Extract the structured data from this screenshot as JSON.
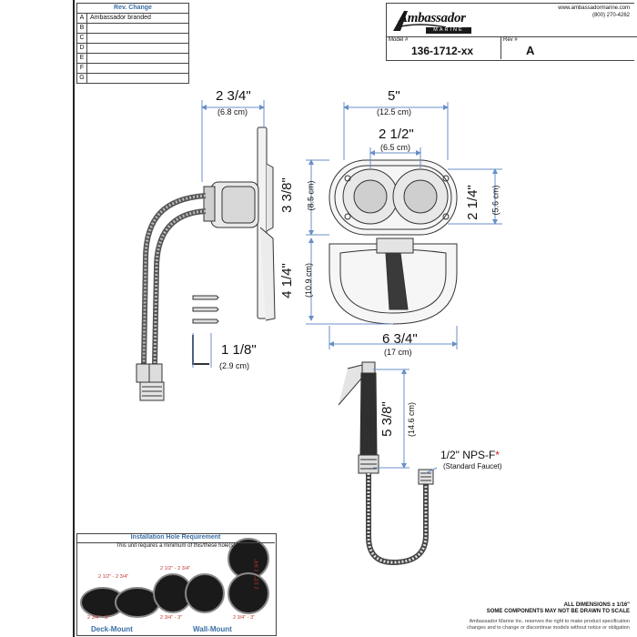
{
  "rev_table": {
    "header": "Rev. Change",
    "rows": [
      {
        "letter": "A",
        "desc": "Ambassador branded"
      },
      {
        "letter": "B",
        "desc": ""
      },
      {
        "letter": "C",
        "desc": ""
      },
      {
        "letter": "D",
        "desc": ""
      },
      {
        "letter": "E",
        "desc": ""
      },
      {
        "letter": "F",
        "desc": ""
      },
      {
        "letter": "G",
        "desc": ""
      }
    ]
  },
  "title_block": {
    "brand": "Ambassador",
    "brand_band": "MARINE",
    "website": "www.ambassadormarine.com",
    "phone": "(800) 270-4262",
    "model_label": "Model #",
    "model_value": "136-1712-xx",
    "rev_label": "Rev #",
    "rev_value": "A"
  },
  "dimensions": {
    "side_depth": {
      "main": "2 3/4\"",
      "sub": "(6.8 cm)"
    },
    "flange": {
      "main": "1 1/8\"",
      "sub": "(2.9 cm)"
    },
    "width_top": {
      "main": "5\"",
      "sub": "(12.5 cm)"
    },
    "hole_spacing": {
      "main": "2 1/2\"",
      "sub": "(6.5 cm)"
    },
    "upper_height": {
      "main": "3 3/8\"",
      "sub": "(8.5 cm)"
    },
    "hole_dia": {
      "main": "2 1/4\"",
      "sub": "(5.6 cm)"
    },
    "lower_height": {
      "main": "4 1/4\"",
      "sub": "(10.9 cm)"
    },
    "total_width": {
      "main": "6 3/4\"",
      "sub": "(17 cm)"
    },
    "sprayer_len": {
      "main": "5 3/8\"",
      "sub": "(14.6 cm)"
    }
  },
  "fitting": {
    "main": "1/2\" NPS-F",
    "star": "*",
    "sub": "(Standard Faucet)"
  },
  "installation": {
    "header": "Installation Hole Requirement",
    "note": "This unit requires a minimum of this/these hole(s)",
    "deck_range_top": "2 1/2\" - 2 3/4\"",
    "deck_range_bottom": "2 3/4\" - 3\"",
    "wall_range_top": "2 1/2\" - 2 3/4\"",
    "wall_range_bottom": "2 3/4\" - 3\"",
    "tall_range_bottom": "2 3/4\" - 3\"",
    "tall_range_side": "2 1/2\" - 2 3/4\"",
    "deck_label": "Deck-Mount",
    "wall_label": "Wall-Mount"
  },
  "footer": {
    "line1": "ALL DIMENSIONS ± 1/16\"",
    "line2": "SOME COMPONENTS MAY NOT BE DRAWN TO SCALE",
    "line3": "Ambassador Marine Inc. reserves the right to make product specification",
    "line4": "changes and to change or discontinue models without notice or obligation"
  },
  "colors": {
    "dim_line": "#6a8fc7",
    "accent": "#3a6ea5",
    "star": "#d02020"
  }
}
